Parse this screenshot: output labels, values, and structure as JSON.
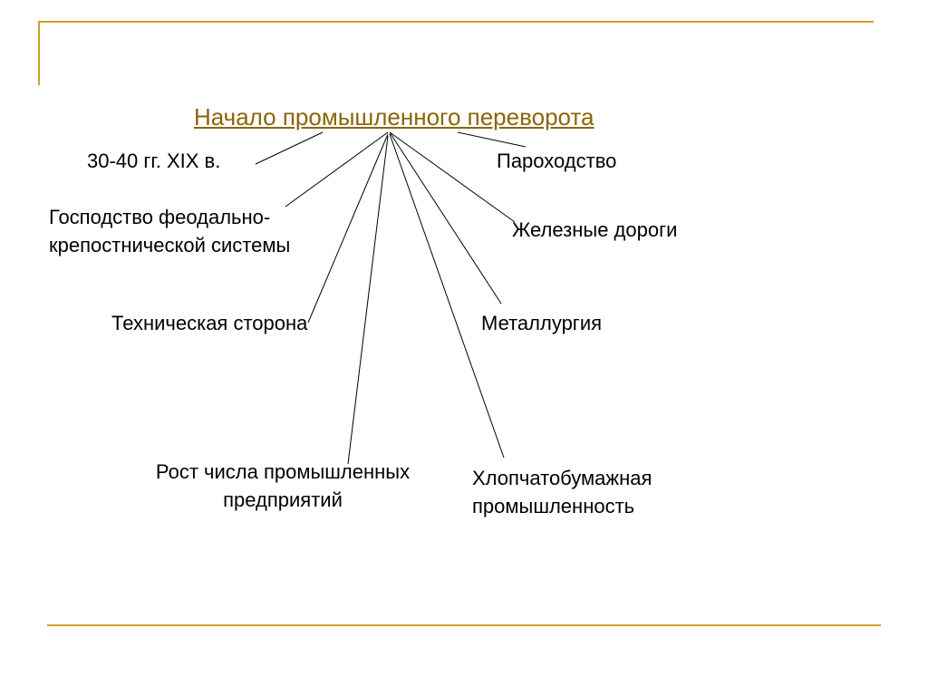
{
  "title": "Начало промышленного переворота",
  "nodes": {
    "period": "30-40 гг. XIX в.",
    "feudal": [
      "Господство феодально-",
      "крепостнической системы"
    ],
    "technical": "Техническая сторона",
    "growth": [
      "Рост числа промышленных",
      "предприятий"
    ],
    "steam": "Пароходство",
    "railways": "Железные дороги",
    "metallurgy": "Металлургия",
    "cotton": [
      "Хлопчатобумажная",
      "промышленность"
    ]
  },
  "colors": {
    "frame": "#d4a020",
    "title": "#8b6508",
    "text": "#000000",
    "lines": "#000000"
  }
}
